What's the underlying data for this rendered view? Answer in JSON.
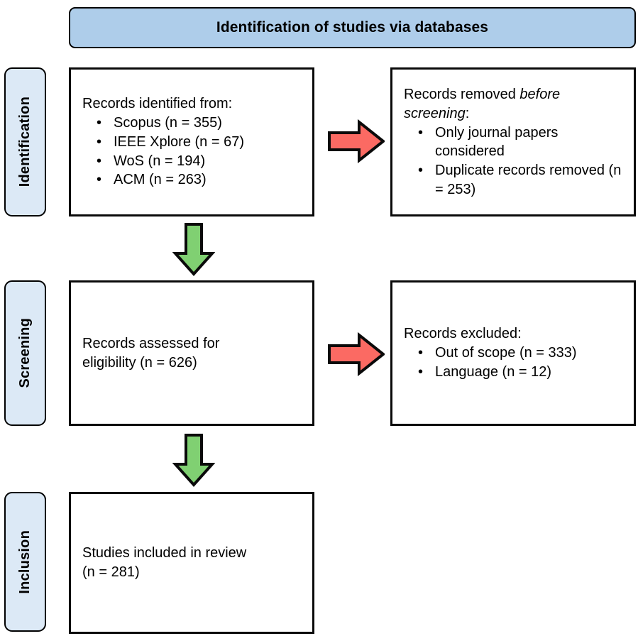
{
  "header": {
    "title": "Identification of studies via databases"
  },
  "phases": [
    {
      "label": "Identification"
    },
    {
      "label": "Screening"
    },
    {
      "label": "Inclusion"
    }
  ],
  "boxes": {
    "identified": {
      "title": "Records identified from:",
      "items": [
        "Scopus (n = 355)",
        "IEEE Xplore (n = 67)",
        "WoS (n = 194)",
        "ACM (n = 263)"
      ]
    },
    "removed": {
      "title_prefix": "Records removed ",
      "title_emphasis": "before screening",
      "title_suffix": ":",
      "items": [
        "Only journal papers considered",
        "Duplicate records removed (n = 253)"
      ]
    },
    "assessed": {
      "line1": "Records assessed for",
      "line2": "eligibility (n = 626)"
    },
    "excluded": {
      "title": "Records excluded:",
      "items": [
        "Out of scope (n = 333)",
        "Language (n = 12)"
      ]
    },
    "included": {
      "line1": "Studies included in review",
      "line2": "(n = 281)"
    }
  },
  "colors": {
    "header_fill": "#AECDEA",
    "phase_fill": "#DCE9F6",
    "arrow_green": "#80D072",
    "arrow_red": "#FB6A63",
    "outline": "#0a0a0a",
    "box_fill": "#FFFFFF"
  }
}
